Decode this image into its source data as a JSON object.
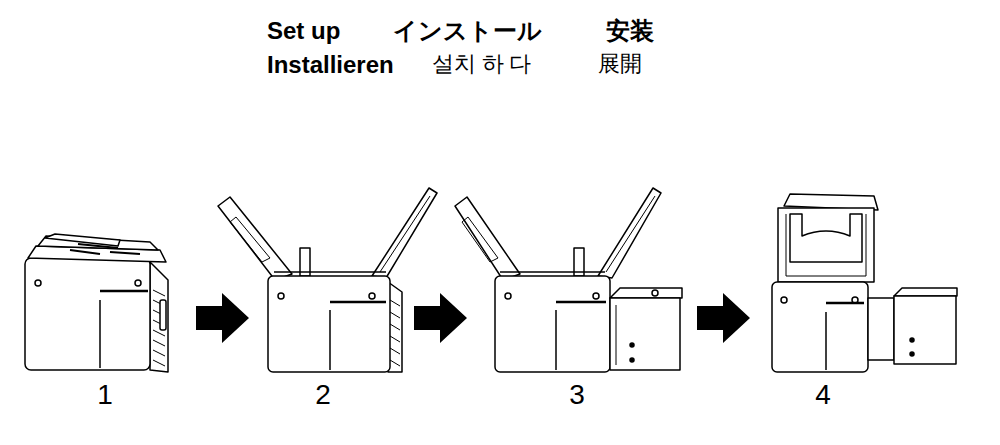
{
  "diagram": {
    "labels": [
      "Set up",
      "インストール",
      "安装",
      "Installieren",
      "설치 하 다",
      "展開",
      "1",
      "2",
      "3",
      "4"
    ]
  }
}
